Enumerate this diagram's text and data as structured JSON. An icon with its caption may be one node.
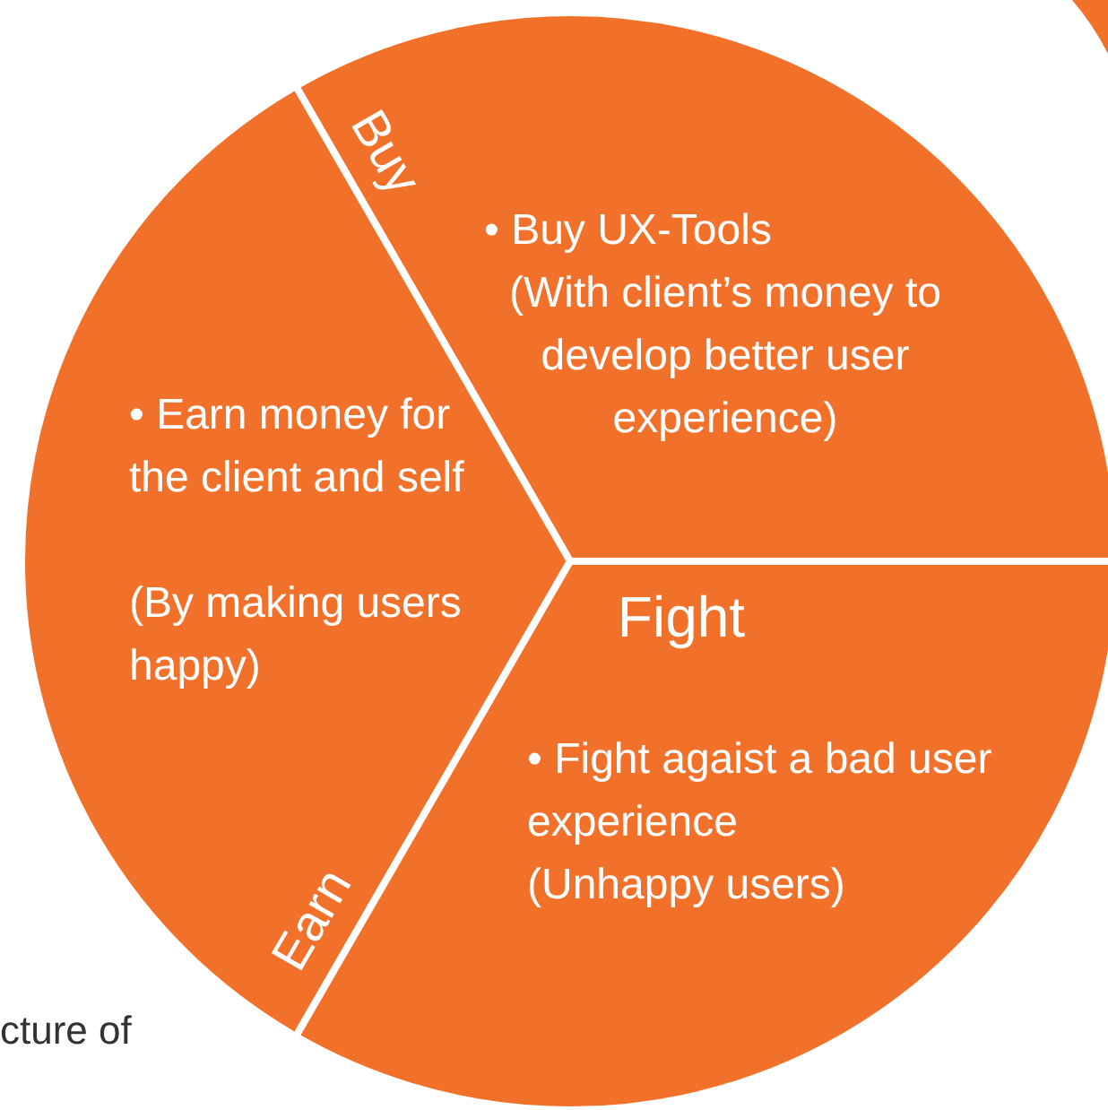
{
  "diagram": {
    "nodes": [
      {
        "text": [
          "Buy",
          "• Buy UX-Tools",
          "(With client’s money to develop better user experience)"
        ]
      },
      {
        "text": [
          "Earn",
          "• Earn money for the client and self",
          "(By making users happy)"
        ]
      },
      {
        "text": [
          "Fight",
          "• Fight agaist a bad user experience",
          "(Unhappy users)"
        ]
      }
    ],
    "labels": [
      "cture of"
    ]
  }
}
